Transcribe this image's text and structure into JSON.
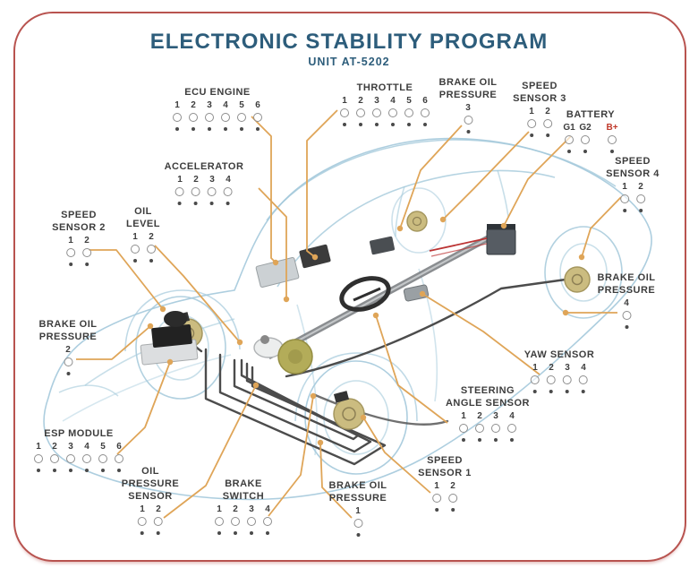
{
  "header": {
    "title": "ELECTRONIC STABILITY PROGRAM",
    "subtitle": "UNIT AT-5202"
  },
  "colors": {
    "heading": "#2d5d7b",
    "frame_border": "#b8534f",
    "label_text": "#3d3d3d",
    "pin_circle_stroke": "#8e8e8e",
    "pin_dot": "#4a4a4a",
    "leader_line": "#dfa558",
    "accent_red": "#c0392b",
    "car_outline_blue": "#a4c9db",
    "brake_line_dark": "#4c4c4c"
  },
  "connectors": [
    {
      "id": "ecu-engine",
      "name": [
        "ECU ENGINE"
      ],
      "pins": [
        "1",
        "2",
        "3",
        "4",
        "5",
        "6"
      ]
    },
    {
      "id": "throttle",
      "name": [
        "THROTTLE"
      ],
      "pins": [
        "1",
        "2",
        "3",
        "4",
        "5",
        "6"
      ]
    },
    {
      "id": "brake-oil-pressure-3",
      "name": [
        "BRAKE OIL",
        "PRESSURE"
      ],
      "pins": [
        "3"
      ]
    },
    {
      "id": "speed-sensor-3",
      "name": [
        "SPEED",
        "SENSOR 3"
      ],
      "pins": [
        "1",
        "2"
      ]
    },
    {
      "id": "battery",
      "name": [
        "BATTERY"
      ],
      "pins": [
        {
          "label": "G1"
        },
        {
          "label": "G2"
        },
        {
          "label": "B+",
          "color": "#c0392b",
          "gap": true
        }
      ]
    },
    {
      "id": "speed-sensor-4",
      "name": [
        "SPEED",
        "SENSOR 4"
      ],
      "pins": [
        "1",
        "2"
      ]
    },
    {
      "id": "accelerator",
      "name": [
        "ACCELERATOR"
      ],
      "pins": [
        "1",
        "2",
        "3",
        "4"
      ]
    },
    {
      "id": "oil-level",
      "name": [
        "OIL",
        "LEVEL"
      ],
      "pins": [
        "1",
        "2"
      ]
    },
    {
      "id": "speed-sensor-2",
      "name": [
        "SPEED",
        "SENSOR 2"
      ],
      "pins": [
        "1",
        "2"
      ]
    },
    {
      "id": "brake-oil-pressure-2",
      "name": [
        "BRAKE OIL",
        "PRESSURE"
      ],
      "pins": [
        "2"
      ]
    },
    {
      "id": "esp-module",
      "name": [
        "ESP MODULE"
      ],
      "pins": [
        "1",
        "2",
        "3",
        "4",
        "5",
        "6"
      ]
    },
    {
      "id": "oil-pressure-sensor",
      "name": [
        "OIL",
        "PRESSURE",
        "SENSOR"
      ],
      "pins": [
        "1",
        "2"
      ]
    },
    {
      "id": "brake-switch",
      "name": [
        "BRAKE",
        "SWITCH"
      ],
      "pins": [
        "1",
        "2",
        "3",
        "4"
      ]
    },
    {
      "id": "brake-oil-pressure-1",
      "name": [
        "BRAKE OIL",
        "PRESSURE"
      ],
      "pins": [
        "1"
      ]
    },
    {
      "id": "speed-sensor-1",
      "name": [
        "SPEED",
        "SENSOR 1"
      ],
      "pins": [
        "1",
        "2"
      ]
    },
    {
      "id": "steering-angle-sensor",
      "name": [
        "STEERING",
        "ANGLE SENSOR"
      ],
      "pins": [
        "1",
        "2",
        "3",
        "4"
      ]
    },
    {
      "id": "yaw-sensor",
      "name": [
        "YAW SENSOR"
      ],
      "pins": [
        "1",
        "2",
        "3",
        "4"
      ]
    },
    {
      "id": "brake-oil-pressure-4",
      "name": [
        "BRAKE OIL",
        "PRESSURE"
      ],
      "pins": [
        "4"
      ]
    }
  ]
}
